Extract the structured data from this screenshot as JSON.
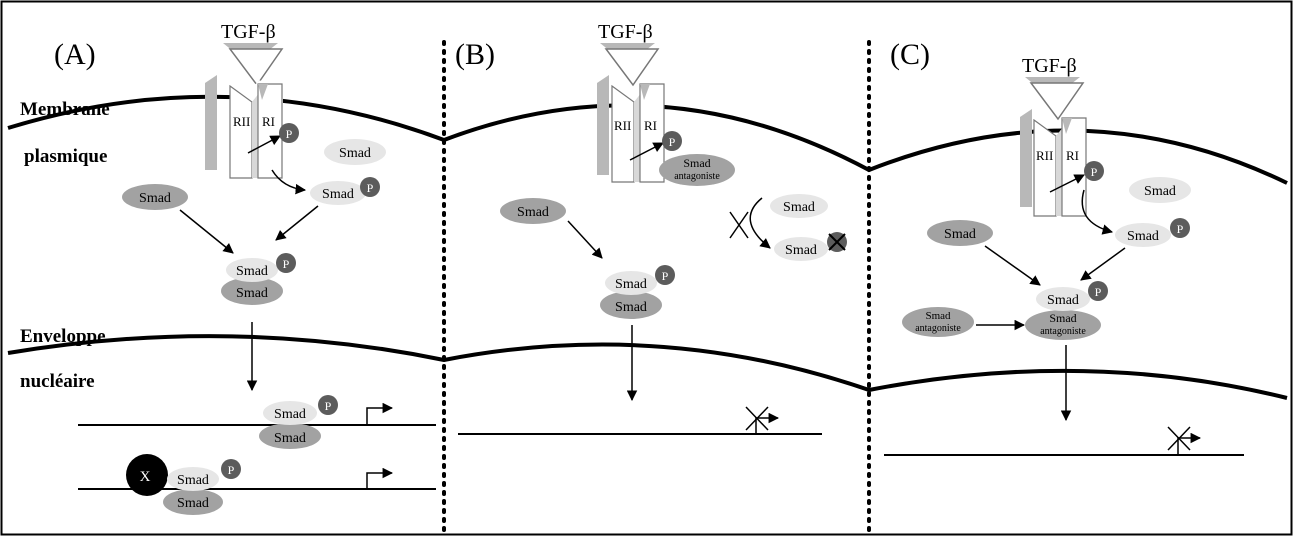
{
  "panels": [
    {
      "id": "A",
      "label": "(A)"
    },
    {
      "id": "B",
      "label": "(B)"
    },
    {
      "id": "C",
      "label": "(C)"
    }
  ],
  "ligand": "TGF-β",
  "receptors": {
    "type2": "RII",
    "type1": "RI"
  },
  "phospho": "P",
  "smad": "Smad",
  "antagonist": {
    "line1": "Smad",
    "line2": "antagoniste"
  },
  "x_factor": "X",
  "side_labels": {
    "membrane_1": "Membrane",
    "membrane_2": "plasmique",
    "envelope_1": "Enveloppe",
    "envelope_2": "nucléaire"
  },
  "colors": {
    "receptor_gray": "#b8b8b8",
    "smad_light": "#e6e6e6",
    "smad_dark": "#a2a2a2",
    "phospho": "#5c5c5c",
    "x_factor": "#000000"
  }
}
